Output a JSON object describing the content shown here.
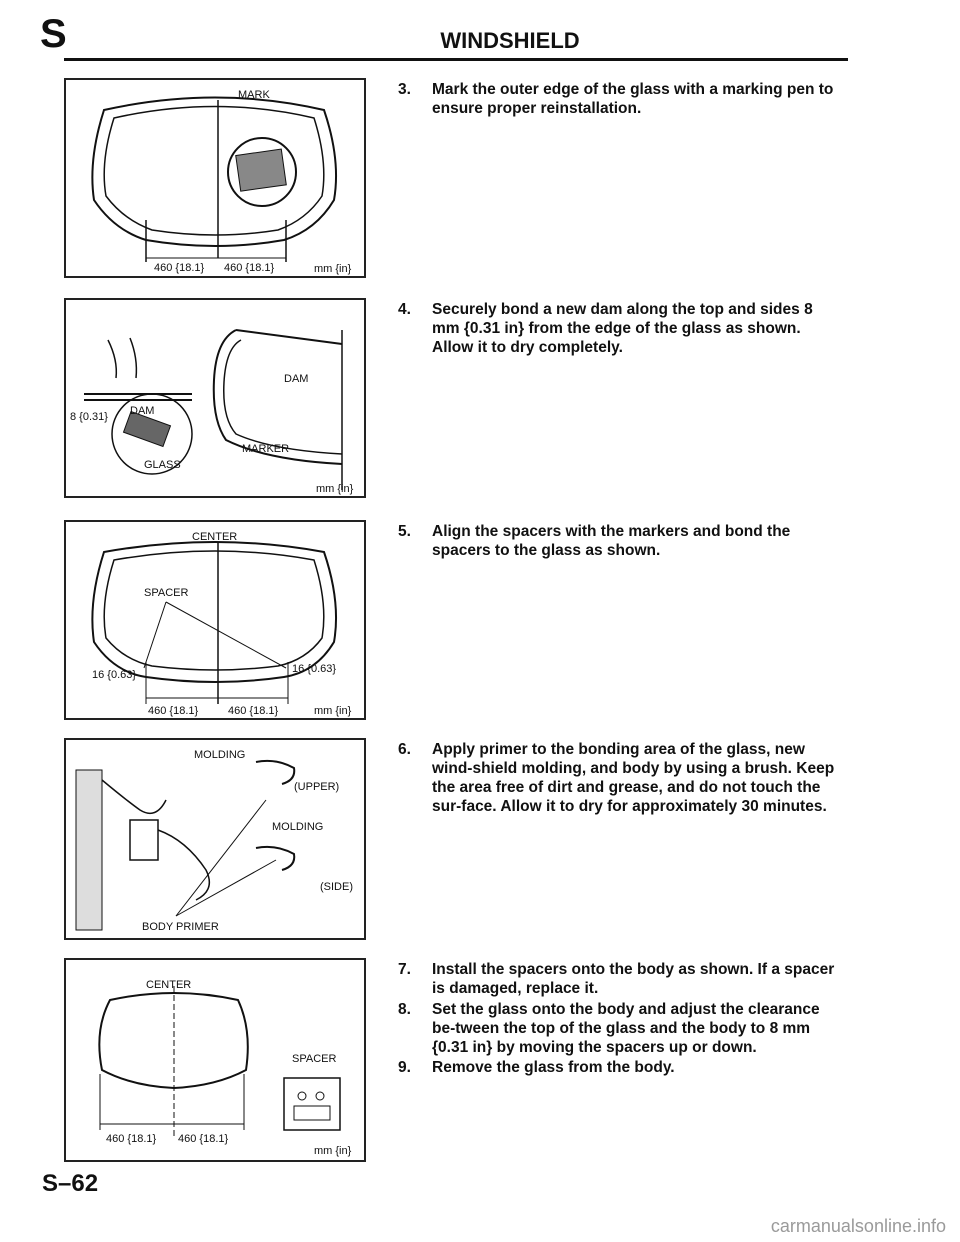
{
  "header": {
    "section_letter": "S",
    "title": "WINDSHIELD"
  },
  "figures": {
    "fig1": {
      "mark": "MARK",
      "dim_left": "460 {18.1}",
      "dim_right": "460 {18.1}",
      "unit": "mm {in}"
    },
    "fig2": {
      "dim": "8 {0.31}",
      "dam_left": "DAM",
      "glass": "GLASS",
      "dam_right": "DAM",
      "marker": "MARKER",
      "unit": "mm {in}"
    },
    "fig3": {
      "center": "CENTER",
      "spacer": "SPACER",
      "dim_left_small": "16 {0.63}",
      "dim_right_small": "16 {0.63}",
      "dim_left": "460 {18.1}",
      "dim_right": "460 {18.1}",
      "unit": "mm {in}"
    },
    "fig4": {
      "molding_top": "MOLDING",
      "upper": "(UPPER)",
      "molding_mid": "MOLDING",
      "side": "(SIDE)",
      "body_primer": "BODY PRIMER"
    },
    "fig5": {
      "center": "CENTER",
      "spacer": "SPACER",
      "dim_left": "460 {18.1}",
      "dim_right": "460 {18.1}",
      "unit": "mm {in}"
    }
  },
  "steps": {
    "s3": {
      "num": "3.",
      "text": "Mark the outer edge of the glass with a marking pen to ensure proper reinstallation."
    },
    "s4": {
      "num": "4.",
      "text": "Securely bond a new dam along the top and sides 8 mm {0.31 in} from the edge of the glass as shown. Allow it to dry completely."
    },
    "s5": {
      "num": "5.",
      "text": "Align the spacers with the markers and bond the spacers to the glass as shown."
    },
    "s6": {
      "num": "6.",
      "text": "Apply primer to the bonding area of the glass, new wind-shield molding, and body by using a brush. Keep the area free of dirt and grease, and do not touch the sur-face. Allow it to dry for approximately 30 minutes."
    },
    "s7": {
      "num": "7.",
      "text": "Install the spacers onto the body as shown. If a spacer is damaged, replace it."
    },
    "s8": {
      "num": "8.",
      "text": "Set the glass onto the body and adjust the clearance be-tween the top of the glass and the body to 8 mm {0.31 in} by moving the spacers up or down."
    },
    "s9": {
      "num": "9.",
      "text": "Remove the glass from the body."
    }
  },
  "footer": {
    "page_number": "S–62",
    "watermark": "carmanualsonline.info"
  }
}
